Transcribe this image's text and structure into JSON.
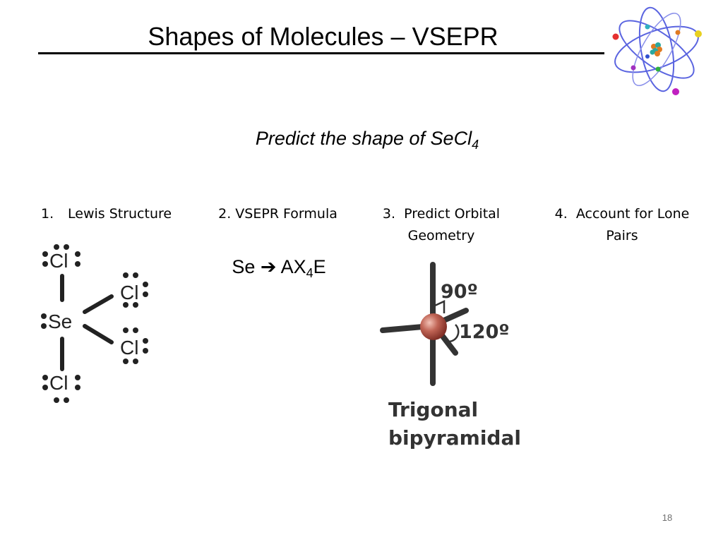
{
  "slide": {
    "title": "Shapes of Molecules – VSEPR",
    "question_prefix": "Predict the shape of SeCl",
    "question_subscript": "4",
    "page_number": "18"
  },
  "steps": [
    {
      "number": "1.",
      "line1": "Lewis Structure",
      "line2": ""
    },
    {
      "number": "2.",
      "line1": "VSEPR Formula",
      "line2": ""
    },
    {
      "number": "3.",
      "line1": "Predict Orbital",
      "line2": "Geometry"
    },
    {
      "number": "4.",
      "line1": "Account for Lone",
      "line2": "Pairs"
    }
  ],
  "formula": {
    "left": "Se",
    "arrow": "➔",
    "right_prefix": "AX",
    "right_subscript": "4",
    "right_suffix": "E"
  },
  "lewis_structure": {
    "central": "Se",
    "ligand": "Cl"
  },
  "geometry": {
    "angle_axial": "90º",
    "angle_equatorial": "120º",
    "name_line1": "Trigonal",
    "name_line2": "bipyramidal",
    "central_color": "#b5574a"
  },
  "icons": [
    "atom-logo-icon"
  ]
}
